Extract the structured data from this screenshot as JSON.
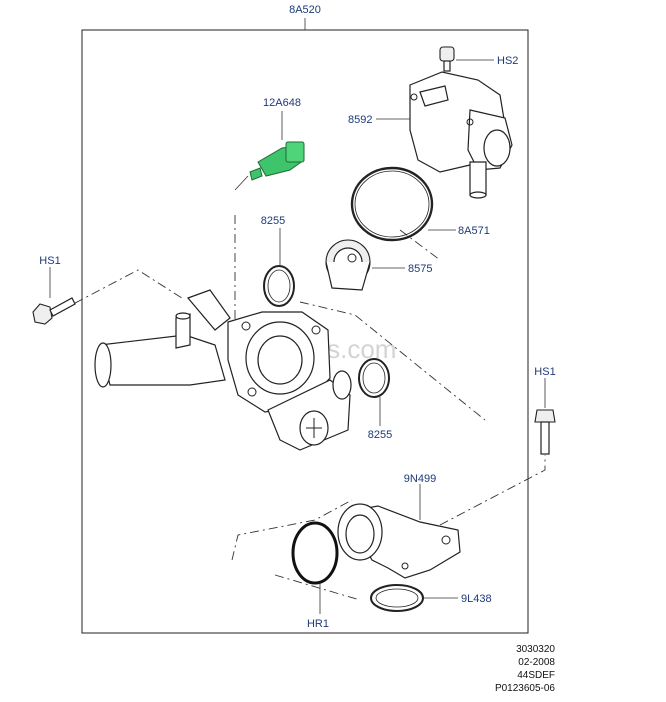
{
  "watermark": "yiparts.com",
  "labels": {
    "assembly": "8A520",
    "sensor": "12A648",
    "housing_bolt_top": "HS2",
    "outlet_housing": "8592",
    "oring_large": "8A571",
    "thermostat": "8575",
    "seal_upper": "8255",
    "seal_lower": "8255",
    "bolt_left": "HS1",
    "bolt_right": "HS1",
    "connector": "9N499",
    "oring_black": "HR1",
    "seal_ring": "9L438"
  },
  "footer": {
    "line1": "3030320",
    "line2": "02-2008",
    "line3": "44SDEF",
    "line4": "P0123605-06"
  },
  "colors": {
    "label": "#1e3a78",
    "sensor": "#3ec46a",
    "frame": "#222222"
  }
}
